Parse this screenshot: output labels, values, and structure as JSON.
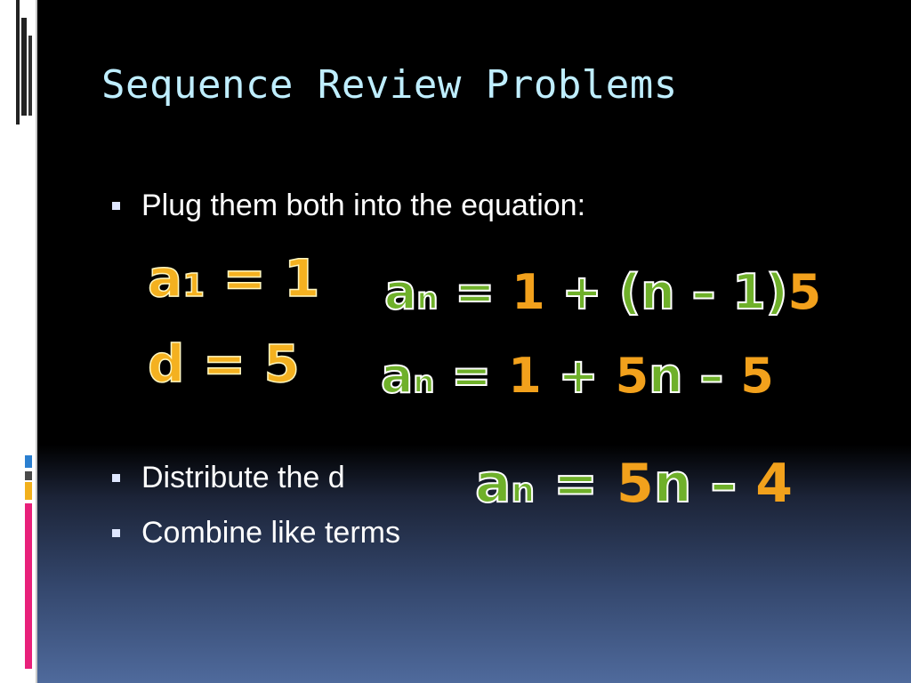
{
  "slide": {
    "title": "Sequence Review Problems",
    "bullets": [
      "Plug them both into the equation:",
      "Distribute the d",
      "Combine like terms"
    ],
    "given": {
      "a1": {
        "var": "a",
        "sub": "1",
        "eq": " = 1"
      },
      "d": {
        "text": "d = 5"
      }
    },
    "equations": [
      {
        "a": "a",
        "n": "n",
        "eq": " = ",
        "one": "1",
        "plus": " + ",
        "paren": "(n – 1)",
        "d": "5"
      },
      {
        "a": "a",
        "n": "n",
        "eq": " = ",
        "one": "1",
        "plus": " + ",
        "five": "5",
        "nvar": "n",
        "minus": " – ",
        "five2": "5"
      },
      {
        "a": "a",
        "n": "n",
        "eq": " = ",
        "five": "5",
        "nvar": "n",
        "minus": " – ",
        "four": "4"
      }
    ]
  },
  "colors": {
    "title": "#bfeeff",
    "yellow": "#f4b120",
    "green": "#6fb02a",
    "background_top": "#000000",
    "background_bottom": "#4f6a9c",
    "accent_pink": "#e8207a",
    "accent_yellow": "#f2b01c"
  }
}
